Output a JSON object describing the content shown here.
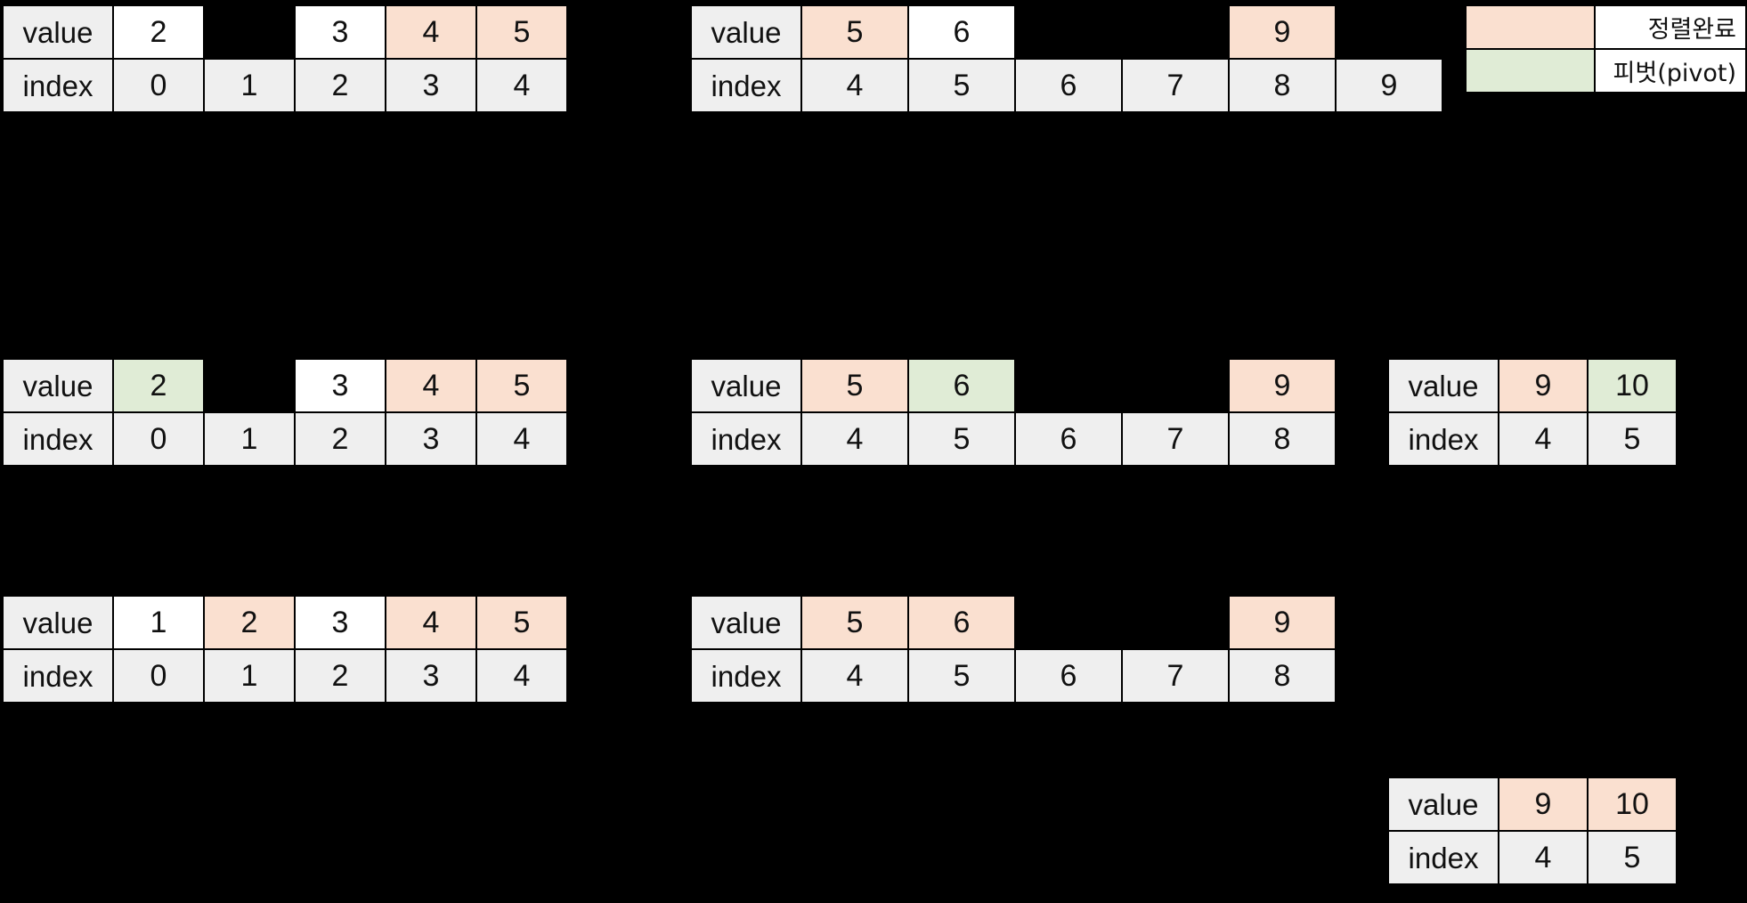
{
  "labels": {
    "value": "value",
    "index": "index"
  },
  "colors": {
    "background": "#000000",
    "sorted": "#fae0d0",
    "pivot": "#e0ecd6",
    "plain": "#ffffff",
    "index_cell": "#efefef"
  },
  "legend": {
    "items": [
      {
        "swatch": "sorted",
        "label": "정렬완료"
      },
      {
        "swatch": "pivot",
        "label": "피벗(pivot)"
      }
    ]
  },
  "tables": {
    "r1_left": {
      "value_label": "value",
      "index_label": "index",
      "values": [
        "2",
        "",
        "3",
        "4",
        "5"
      ],
      "states": [
        "plain",
        "empty",
        "plain",
        "sorted",
        "sorted"
      ],
      "indices": [
        "0",
        "1",
        "2",
        "3",
        "4"
      ]
    },
    "r1_mid": {
      "value_label": "value",
      "index_label": "index",
      "values": [
        "5",
        "6",
        "",
        "",
        "9",
        ""
      ],
      "states": [
        "sorted",
        "plain",
        "empty",
        "empty",
        "sorted",
        "empty"
      ],
      "indices": [
        "4",
        "5",
        "6",
        "7",
        "8",
        "9"
      ]
    },
    "r2_left": {
      "value_label": "value",
      "index_label": "index",
      "values": [
        "2",
        "",
        "3",
        "4",
        "5"
      ],
      "states": [
        "pivot",
        "empty",
        "plain",
        "sorted",
        "sorted"
      ],
      "indices": [
        "0",
        "1",
        "2",
        "3",
        "4"
      ]
    },
    "r2_mid": {
      "value_label": "value",
      "index_label": "index",
      "values": [
        "5",
        "6",
        "",
        "",
        "9"
      ],
      "states": [
        "sorted",
        "pivot",
        "empty",
        "empty",
        "sorted"
      ],
      "indices": [
        "4",
        "5",
        "6",
        "7",
        "8"
      ]
    },
    "r2_right": {
      "value_label": "value",
      "index_label": "index",
      "values": [
        "9",
        "10"
      ],
      "states": [
        "sorted",
        "pivot"
      ],
      "indices": [
        "4",
        "5"
      ]
    },
    "r3_left": {
      "value_label": "value",
      "index_label": "index",
      "values": [
        "1",
        "2",
        "3",
        "4",
        "5"
      ],
      "states": [
        "plain",
        "sorted",
        "plain",
        "sorted",
        "sorted"
      ],
      "indices": [
        "0",
        "1",
        "2",
        "3",
        "4"
      ]
    },
    "r3_mid": {
      "value_label": "value",
      "index_label": "index",
      "values": [
        "5",
        "6",
        "",
        "",
        "9"
      ],
      "states": [
        "sorted",
        "sorted",
        "empty",
        "empty",
        "sorted"
      ],
      "indices": [
        "4",
        "5",
        "6",
        "7",
        "8"
      ]
    },
    "r4_right": {
      "value_label": "value",
      "index_label": "index",
      "values": [
        "9",
        "10"
      ],
      "states": [
        "sorted",
        "sorted"
      ],
      "indices": [
        "4",
        "5"
      ]
    }
  }
}
